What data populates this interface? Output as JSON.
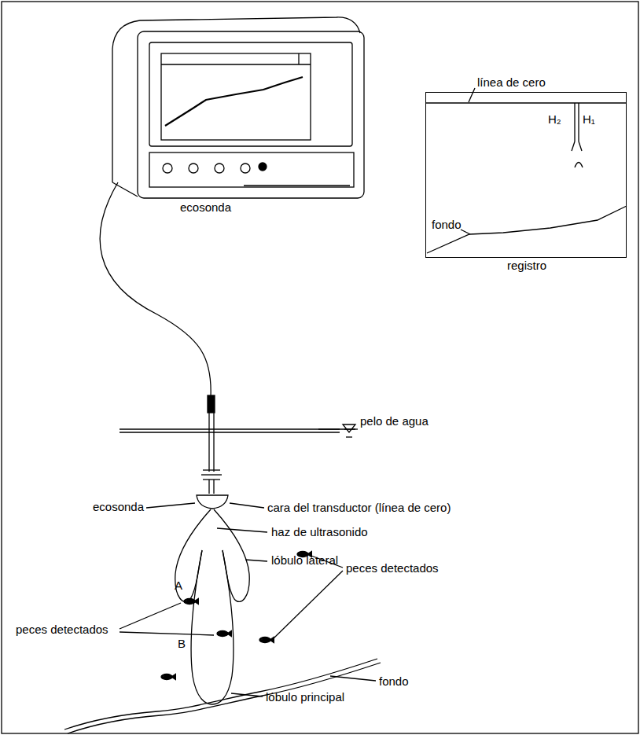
{
  "diagram": {
    "nodes": [
      {
        "text": [
          "registro"
        ]
      }
    ],
    "labels": [
      "ecosonda",
      "línea de cero",
      "H₂",
      "H₁",
      "fondo",
      "pelo de agua",
      "ecosonda",
      "cara del transductor (línea de cero)",
      "haz de ultrasonido",
      "lóbulo lateral",
      "A",
      "peces detectados",
      "peces detectados",
      "B",
      "lóbulo principal",
      "fondo"
    ]
  }
}
